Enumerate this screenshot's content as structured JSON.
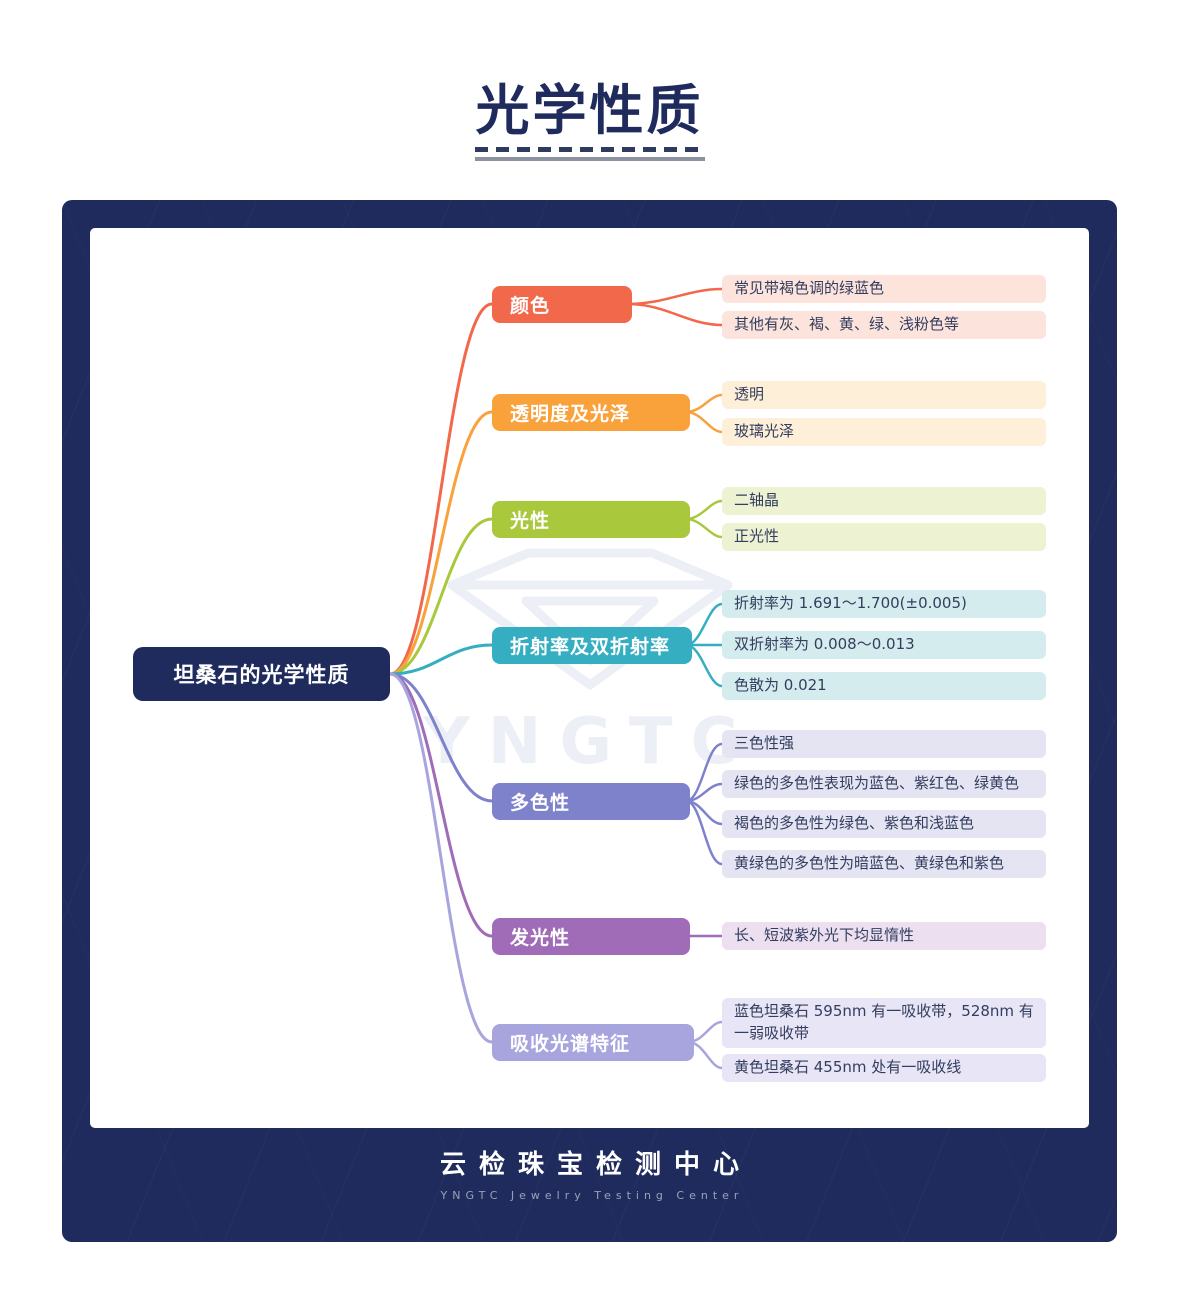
{
  "title": "光学性质",
  "root": {
    "label": "坦桑石的光学性质",
    "bg": "#1F2B5C"
  },
  "branches": [
    {
      "label": "颜色",
      "color": "#F2684B",
      "children_bg": "#FCE4DC",
      "children": [
        "常见带褐色调的绿蓝色",
        "其他有灰、褐、黄、绿、浅粉色等"
      ]
    },
    {
      "label": "透明度及光泽",
      "color": "#F9A23C",
      "children_bg": "#FDEFD8",
      "children": [
        "透明",
        "玻璃光泽"
      ]
    },
    {
      "label": "光性",
      "color": "#A9C83B",
      "children_bg": "#EDF2D3",
      "children": [
        "二轴晶",
        "正光性"
      ]
    },
    {
      "label": "折射率及双折射率",
      "color": "#35AEC1",
      "children_bg": "#D5ECEF",
      "children": [
        "折射率为 1.691～1.700(±0.005)",
        "双折射率为 0.008～0.013",
        "色散为 0.021"
      ]
    },
    {
      "label": "多色性",
      "color": "#7E82CB",
      "children_bg": "#E4E4F3",
      "children": [
        "三色性强",
        "绿色的多色性表现为蓝色、紫红色、绿黄色",
        "褐色的多色性为绿色、紫色和浅蓝色",
        "黄绿色的多色性为暗蓝色、黄绿色和紫色"
      ]
    },
    {
      "label": "发光性",
      "color": "#A06CB8",
      "children_bg": "#EBDFF0",
      "children": [
        "长、短波紫外光下均显惰性"
      ]
    },
    {
      "label": "吸收光谱特征",
      "color": "#A8A5DE",
      "children_bg": "#E7E5F6",
      "children": [
        "蓝色坦桑石 595nm 有一吸收带，528nm 有一弱吸收带",
        "黄色坦桑石 455nm 处有一吸收线"
      ]
    }
  ],
  "watermark": {
    "text": "YNGTC"
  },
  "footer": {
    "title": "云检珠宝检测中心",
    "subtitle": "YNGTC Jewelry Testing Center"
  },
  "colors": {
    "navy": "#1F2B5C",
    "page_bg": "#FFFFFF",
    "child_text": "#333D5E",
    "underline_dash": "#2F3A60",
    "underline_solid": "#8D929E"
  }
}
